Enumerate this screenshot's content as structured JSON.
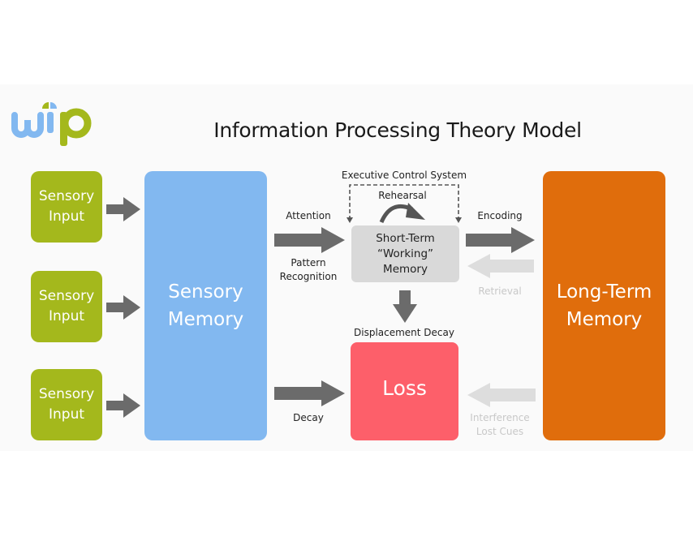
{
  "title": "Information Processing Theory Model",
  "logo": {
    "text": "wip",
    "icon": "wip-logo-icon"
  },
  "colors": {
    "sensory_input": "#a4b81c",
    "sensory_memory": "#82b8f0",
    "short_term_memory": "#d9d9d9",
    "loss": "#fd5f6a",
    "long_term_memory": "#e06d0c",
    "arrow_dark": "#6b6b6b",
    "arrow_faint": "#dddddd"
  },
  "nodes": {
    "sensory_inputs": [
      {
        "label": "Sensory\nInput"
      },
      {
        "label": "Sensory\nInput"
      },
      {
        "label": "Sensory\nInput"
      }
    ],
    "sensory_memory": "Sensory\nMemory",
    "short_term_memory": "Short-Term\n“Working”\nMemory",
    "loss": "Loss",
    "long_term_memory": "Long-Term\nMemory"
  },
  "labels": {
    "executive_control": "Executive Control System",
    "rehearsal": "Rehearsal",
    "attention": "Attention",
    "pattern_recognition": "Pattern\nRecognition",
    "encoding": "Encoding",
    "retrieval": "Retrieval",
    "displacement_decay": "Displacement Decay",
    "decay": "Decay",
    "interference": "Interference\nLost Cues"
  }
}
